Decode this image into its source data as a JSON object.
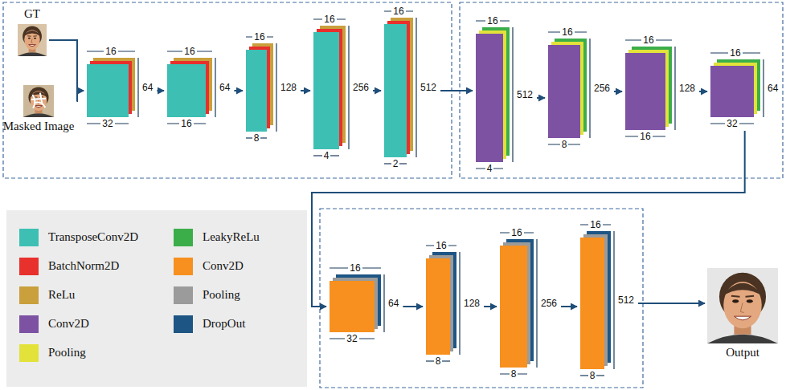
{
  "diagram": {
    "nodes": [
      {
        "text": [
          "GT"
        ]
      },
      {
        "text": [
          "Masked Image"
        ]
      },
      {
        "text": [
          "16",
          "64",
          "32"
        ]
      },
      {
        "text": [
          "16",
          "64",
          "16"
        ]
      },
      {
        "text": [
          "16",
          "128",
          "8"
        ]
      },
      {
        "text": [
          "16",
          "256",
          "4"
        ]
      },
      {
        "text": [
          "16",
          "512",
          "2"
        ]
      },
      {
        "text": [
          "16",
          "512",
          "4"
        ]
      },
      {
        "text": [
          "16",
          "256",
          "8"
        ]
      },
      {
        "text": [
          "16",
          "128",
          "16"
        ]
      },
      {
        "text": [
          "16",
          "64",
          "32"
        ]
      },
      {
        "text": [
          "16",
          "64",
          "32"
        ]
      },
      {
        "text": [
          "16",
          "128",
          "8"
        ]
      },
      {
        "text": [
          "16",
          "256",
          "8"
        ]
      },
      {
        "text": [
          "16",
          "512",
          "8"
        ]
      },
      {
        "text": [
          "Output"
        ]
      }
    ],
    "edges": [
      {
        "from": 0,
        "to": 2,
        "arrow": "to"
      },
      {
        "from": 1,
        "to": 2,
        "arrow": "to"
      },
      {
        "from": 2,
        "to": 3,
        "arrow": "to"
      },
      {
        "from": 3,
        "to": 4,
        "arrow": "to"
      },
      {
        "from": 4,
        "to": 5,
        "arrow": "to"
      },
      {
        "from": 5,
        "to": 6,
        "arrow": "to"
      },
      {
        "from": 6,
        "to": 7,
        "arrow": "to"
      },
      {
        "from": 7,
        "to": 8,
        "arrow": "to"
      },
      {
        "from": 8,
        "to": 9,
        "arrow": "to"
      },
      {
        "from": 9,
        "to": 10,
        "arrow": "to"
      },
      {
        "from": 10,
        "to": 11,
        "arrow": "to"
      },
      {
        "from": 11,
        "to": 12,
        "arrow": "to"
      },
      {
        "from": 12,
        "to": 13,
        "arrow": "to"
      },
      {
        "from": 13,
        "to": 14,
        "arrow": "to"
      },
      {
        "from": 14,
        "to": 15,
        "arrow": "to"
      }
    ],
    "legend": [
      {
        "text": "TransposeConv2D",
        "color": "#3ebfb4"
      },
      {
        "text": "BatchNorm2D",
        "color": "#e8302c"
      },
      {
        "text": "ReLu",
        "color": "#c9a03c"
      },
      {
        "text": "Conv2D",
        "color": "#7d52a3"
      },
      {
        "text": "Pooling",
        "color": "#e2e23a"
      },
      {
        "text": "LeakyReLu",
        "color": "#3bae4a"
      },
      {
        "text": "Conv2D",
        "color": "#f7901e"
      },
      {
        "text": "Pooling",
        "color": "#9b9b9b"
      },
      {
        "text": "DropOut",
        "color": "#1d5584"
      }
    ]
  }
}
